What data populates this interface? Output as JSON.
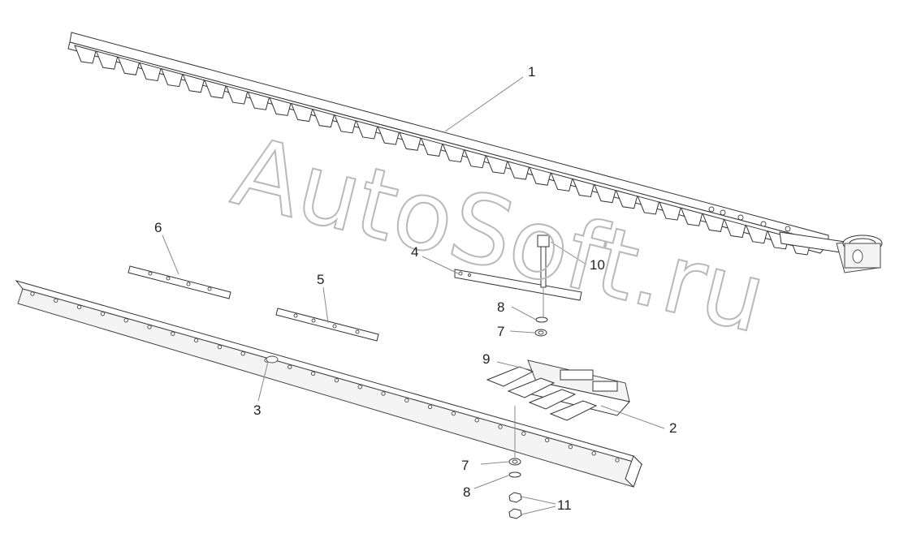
{
  "watermark": "AutoSoft.ru",
  "parts": [
    {
      "id": "p1",
      "label": "1",
      "name": "knife-bar"
    },
    {
      "id": "p2",
      "label": "2",
      "name": "finger-guard-assembly"
    },
    {
      "id": "p3",
      "label": "3",
      "name": "cutter-bar-beam"
    },
    {
      "id": "p4",
      "label": "4",
      "name": "clamp-plate"
    },
    {
      "id": "p5",
      "label": "5",
      "name": "wear-plate-lower"
    },
    {
      "id": "p6",
      "label": "6",
      "name": "wear-plate-upper"
    },
    {
      "id": "p7a",
      "label": "7",
      "name": "washer-upper"
    },
    {
      "id": "p7b",
      "label": "7",
      "name": "washer-lower"
    },
    {
      "id": "p8a",
      "label": "8",
      "name": "spring-washer-upper"
    },
    {
      "id": "p8b",
      "label": "8",
      "name": "spring-washer-lower"
    },
    {
      "id": "p9",
      "label": "9",
      "name": "guard-finger"
    },
    {
      "id": "p10",
      "label": "10",
      "name": "bolt"
    },
    {
      "id": "p11",
      "label": "11",
      "name": "nuts"
    }
  ]
}
